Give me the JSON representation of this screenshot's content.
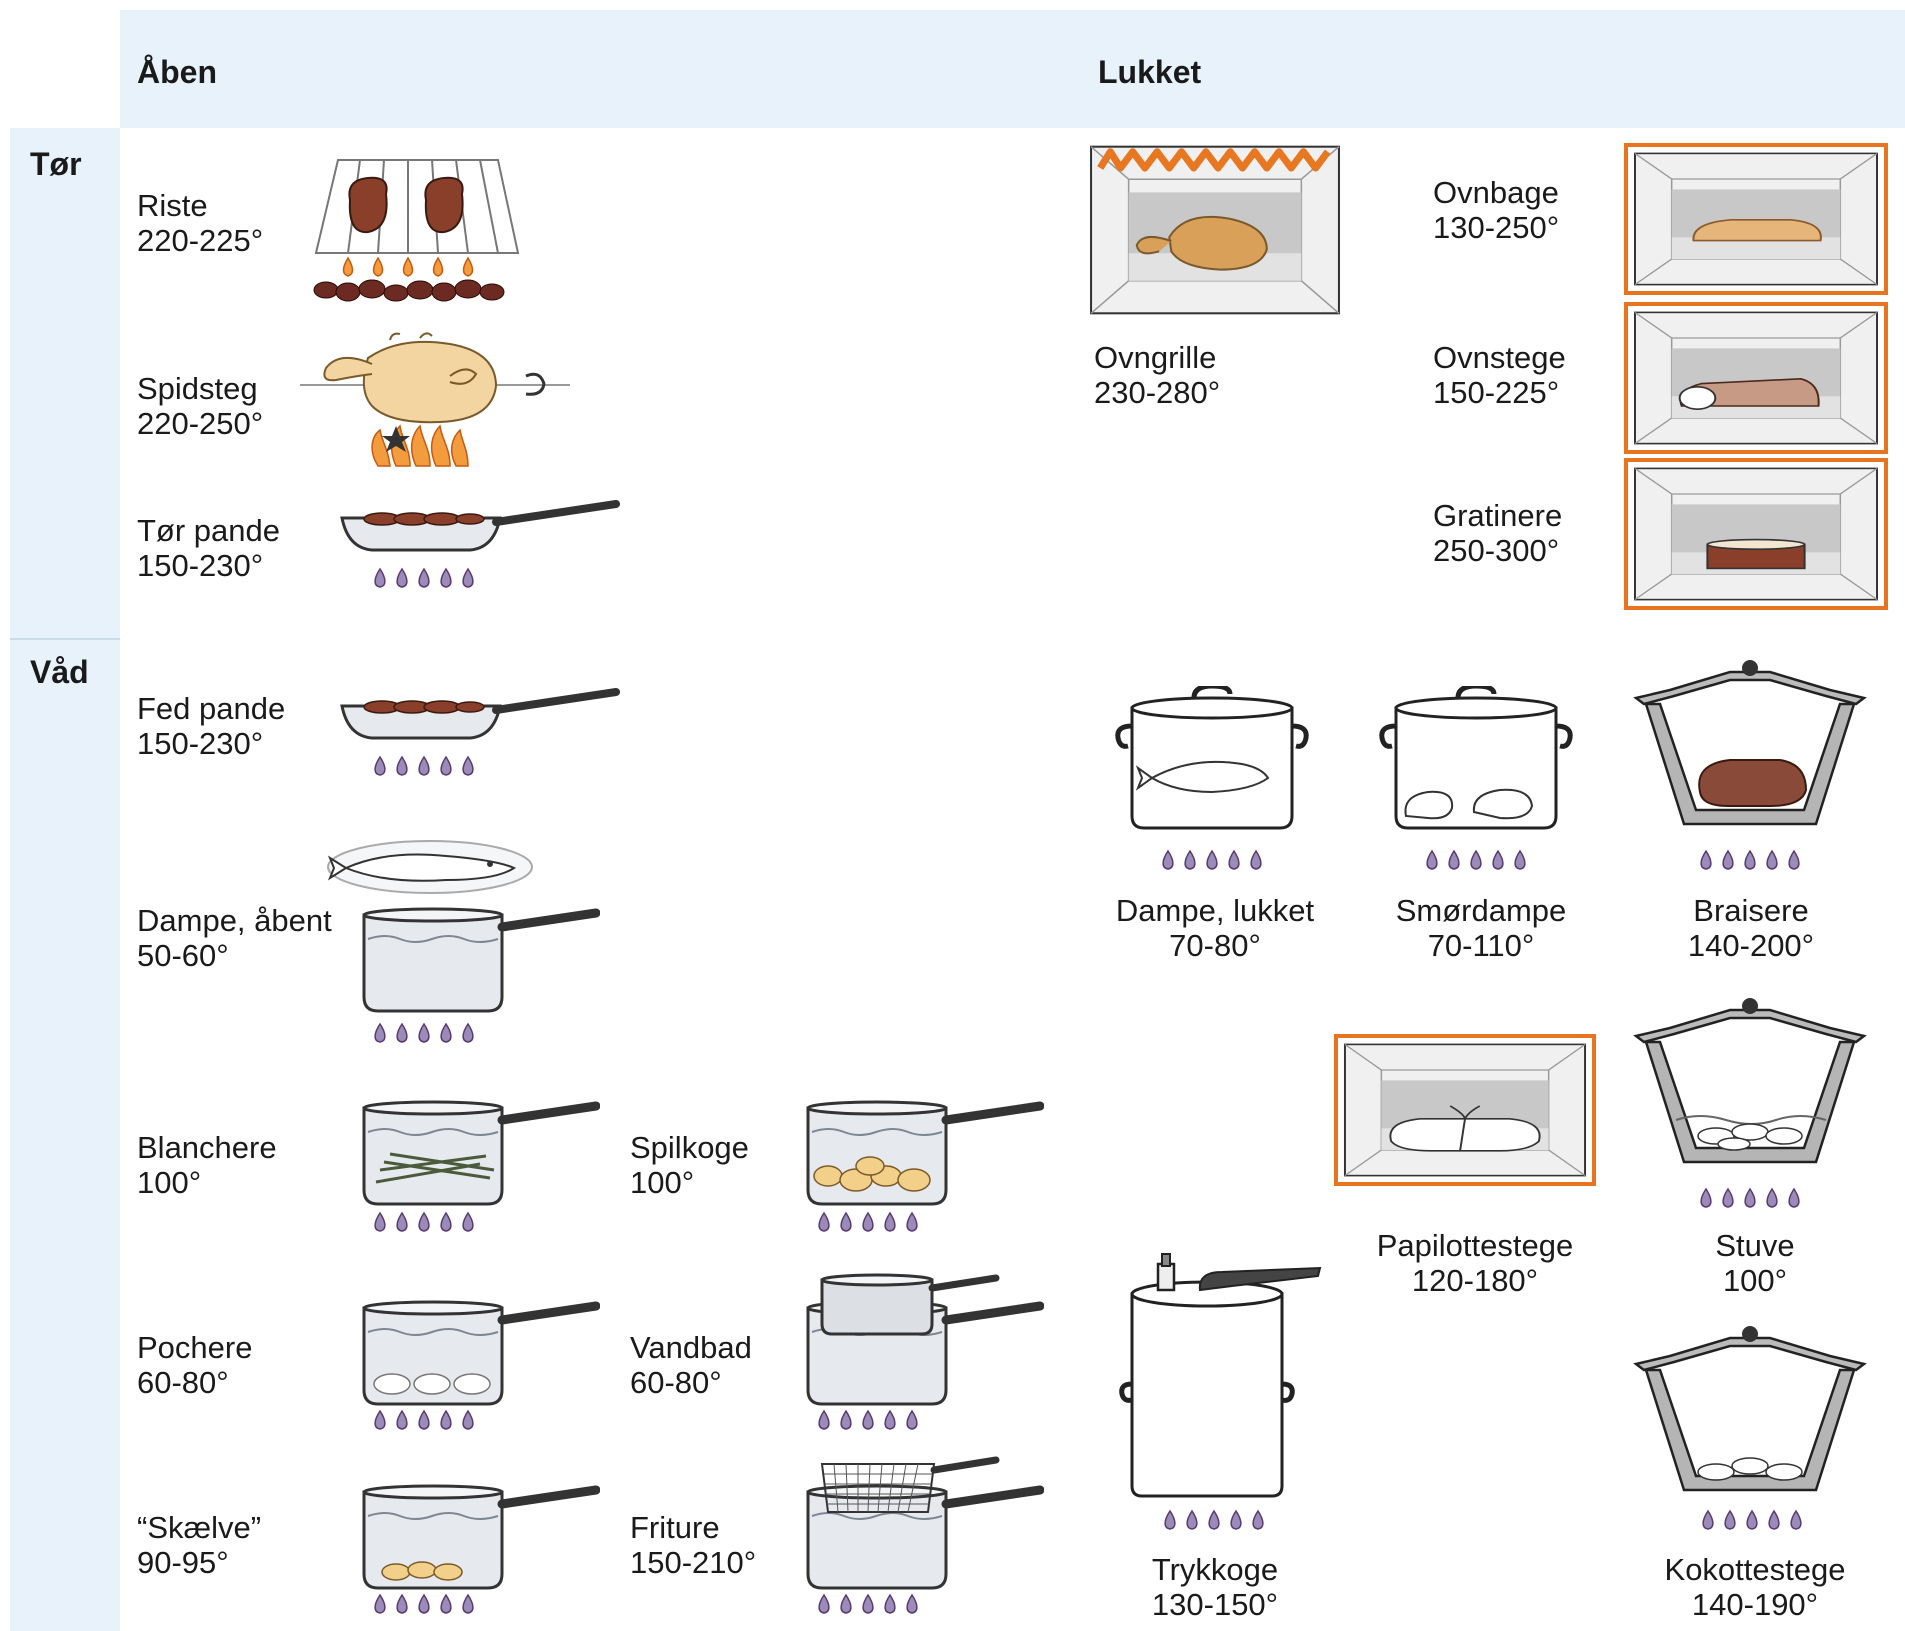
{
  "headers": {
    "open": "Åben",
    "closed": "Lukket"
  },
  "rows": {
    "dry": "Tør",
    "wet": "Våd"
  },
  "colors": {
    "flame": "#e87722",
    "oven_frame": "#e8741f",
    "meat": "#8a3f2a",
    "pot_outline": "#333333",
    "burner": "#8a4f9e",
    "band": "#e8f2fb"
  },
  "methods": {
    "riste": {
      "name": "Riste",
      "temp": "220-225°"
    },
    "spidsteg": {
      "name": "Spidsteg",
      "temp": "220-250°"
    },
    "tor_pande": {
      "name": "Tør pande",
      "temp": "150-230°"
    },
    "ovngrille": {
      "name": "Ovngrille",
      "temp": "230-280°"
    },
    "ovnbage": {
      "name": "Ovnbage",
      "temp": "130-250°"
    },
    "ovnstege": {
      "name": "Ovnstege",
      "temp": "150-225°"
    },
    "gratinere": {
      "name": "Gratinere",
      "temp": "250-300°"
    },
    "fed_pande": {
      "name": "Fed pande",
      "temp": "150-230°"
    },
    "dampe_aabent": {
      "name": "Dampe, åbent",
      "temp": "50-60°"
    },
    "dampe_lukket": {
      "name": "Dampe, lukket",
      "temp": "70-80°"
    },
    "smordampe": {
      "name": "Smørdampe",
      "temp": "70-110°"
    },
    "braisere": {
      "name": "Braisere",
      "temp": "140-200°"
    },
    "blanchere": {
      "name": "Blanchere",
      "temp": "100°"
    },
    "spilkoge": {
      "name": "Spilkoge",
      "temp": "100°"
    },
    "papillottestege": {
      "name": "Papilottestege",
      "temp": "120-180°"
    },
    "stuve": {
      "name": "Stuve",
      "temp": "100°"
    },
    "pochere": {
      "name": "Pochere",
      "temp": "60-80°"
    },
    "vandbad": {
      "name": "Vandbad",
      "temp": "60-80°"
    },
    "skaelve": {
      "name": "“Skælve”",
      "temp": "90-95°"
    },
    "friture": {
      "name": "Friture",
      "temp": "150-210°"
    },
    "trykkoge": {
      "name": "Trykkoge",
      "temp": "130-150°"
    },
    "kokottestege": {
      "name": "Kokottestege",
      "temp": "140-190°"
    }
  }
}
